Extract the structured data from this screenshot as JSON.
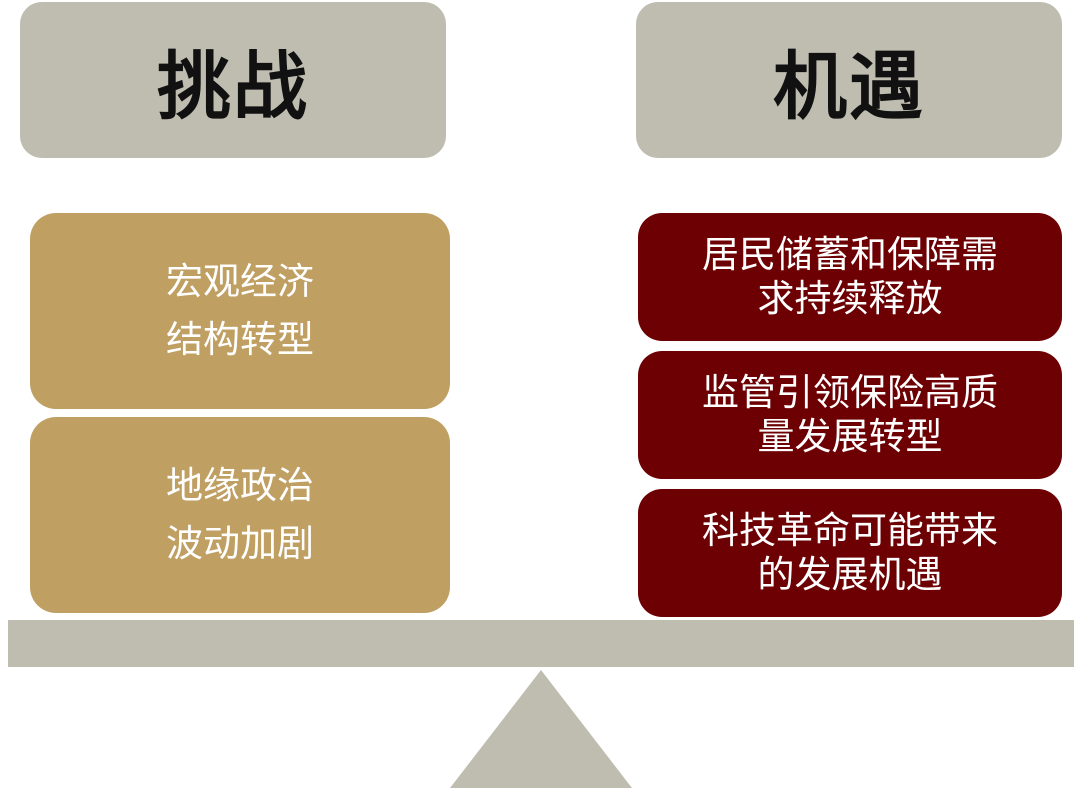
{
  "headers": {
    "challenge": "挑战",
    "opportunity": "机遇"
  },
  "challenges": [
    {
      "line1": "宏观经济",
      "line2": "结构转型"
    },
    {
      "line1": "地缘政治",
      "line2": "波动加剧"
    }
  ],
  "opportunities": [
    {
      "line1": "居民储蓄和保障需",
      "line2": "求持续释放"
    },
    {
      "line1": "监管引领保险高质",
      "line2": "量发展转型"
    },
    {
      "line1": "科技革命可能带来",
      "line2": "的发展机遇"
    }
  ],
  "colors": {
    "header_bg": "#bfbdb0",
    "challenge_bg": "#bf9f62",
    "opportunity_bg": "#6d0003",
    "scale": "#bfbdb0"
  }
}
